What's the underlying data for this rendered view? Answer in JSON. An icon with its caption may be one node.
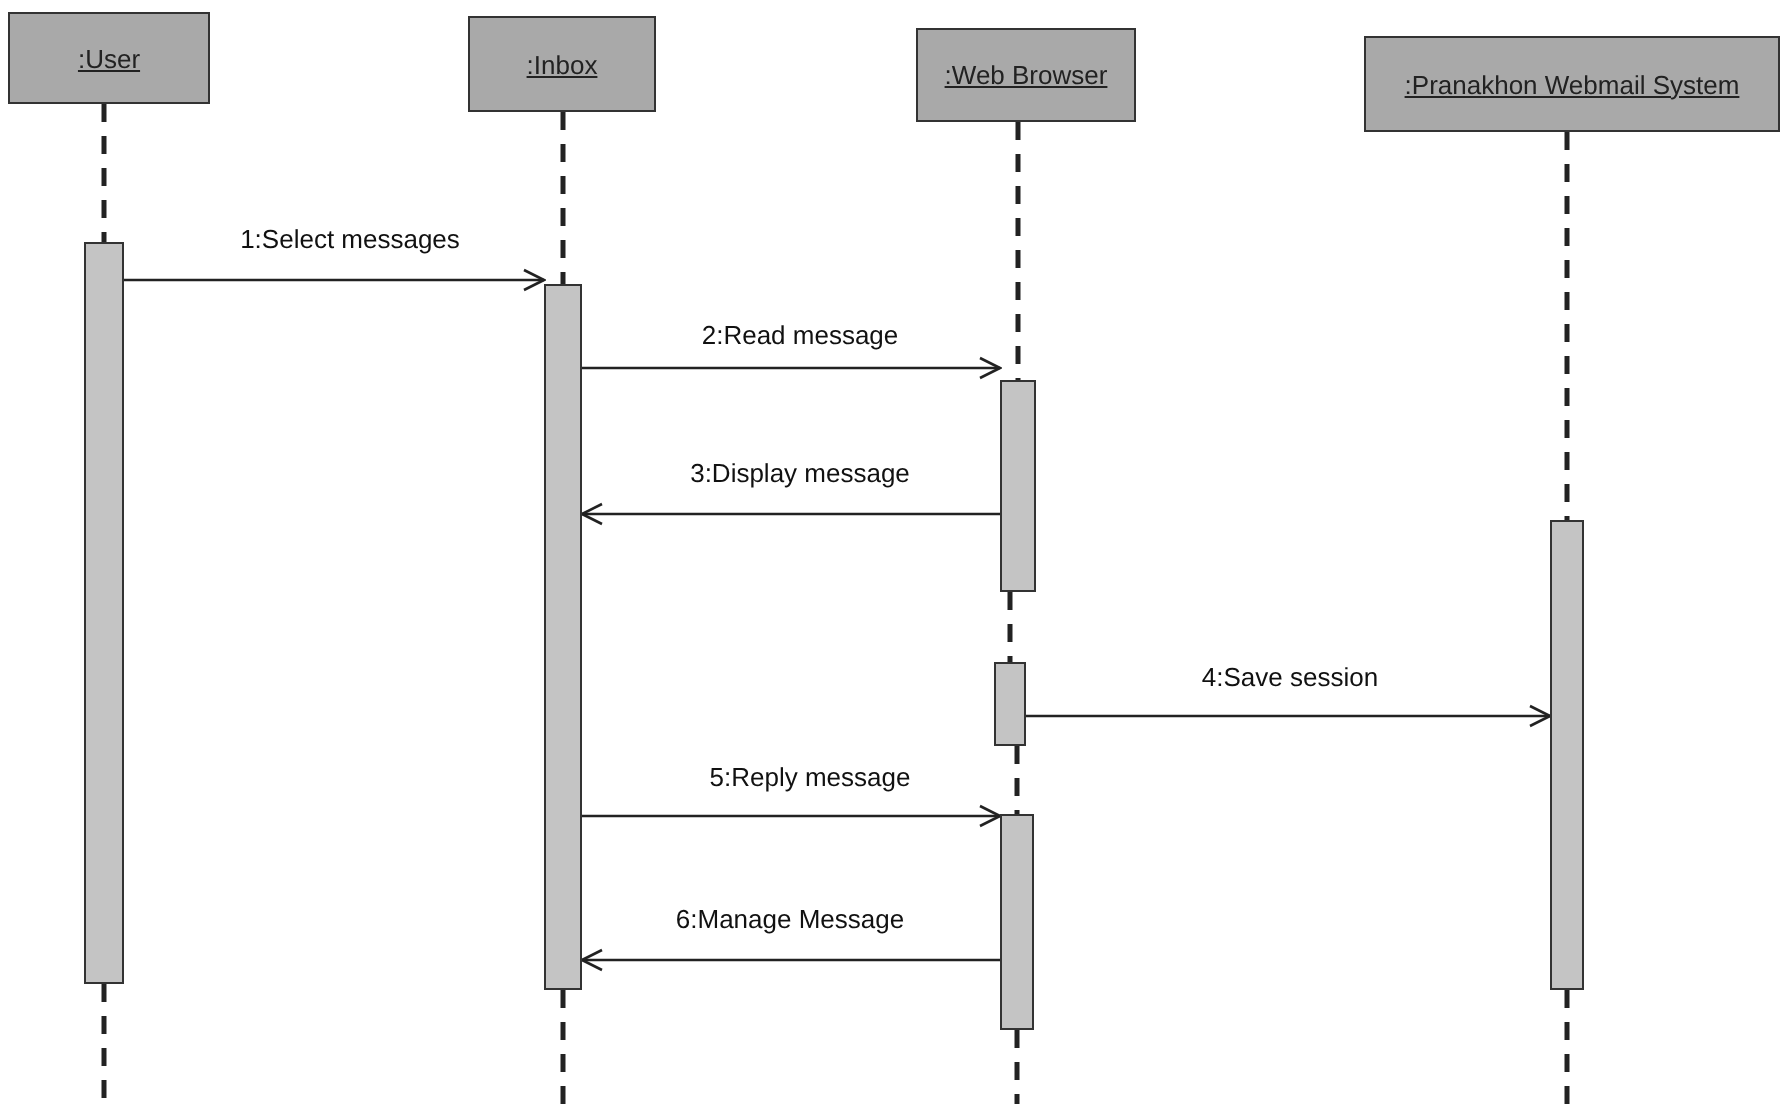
{
  "diagram": {
    "nodes": [
      {
        "text": [
          ":User"
        ]
      },
      {
        "text": [
          ":Inbox"
        ]
      },
      {
        "text": [
          ":Web Browser"
        ]
      },
      {
        "text": [
          ":Pranakhon Webmail System"
        ]
      },
      {
        "text": [],
        "shape": "bar"
      },
      {
        "text": [],
        "shape": "bar"
      },
      {
        "text": [],
        "shape": "bar"
      },
      {
        "text": [],
        "shape": "bar"
      },
      {
        "text": [],
        "shape": "bar"
      },
      {
        "text": [],
        "shape": "bar"
      }
    ],
    "edges": [
      {
        "from": 0,
        "to": 4,
        "arrow": "none",
        "style": "dashed"
      },
      {
        "from": 1,
        "to": 5,
        "arrow": "none",
        "style": "dashed"
      },
      {
        "from": 2,
        "to": 6,
        "arrow": "none",
        "style": "dashed"
      },
      {
        "from": 6,
        "to": 7,
        "arrow": "none",
        "style": "dashed"
      },
      {
        "from": 7,
        "to": 8,
        "arrow": "none",
        "style": "dashed"
      },
      {
        "from": 3,
        "to": 9,
        "arrow": "none",
        "style": "dashed"
      },
      {
        "from": 4,
        "to": null,
        "arrow": "none",
        "style": "dashed"
      },
      {
        "from": 5,
        "to": null,
        "arrow": "none",
        "style": "dashed"
      },
      {
        "from": 8,
        "to": null,
        "arrow": "none",
        "style": "dashed"
      },
      {
        "from": 9,
        "to": null,
        "arrow": "none",
        "style": "dashed"
      },
      {
        "from": 4,
        "to": 5,
        "arrow": "to",
        "label": "1:Select messages"
      },
      {
        "from": 5,
        "to": 6,
        "arrow": "to",
        "label": "2:Read message"
      },
      {
        "from": 6,
        "to": 5,
        "arrow": "to",
        "label": "3:Display message"
      },
      {
        "from": 7,
        "to": 9,
        "arrow": "to",
        "label": "4:Save session"
      },
      {
        "from": 5,
        "to": 8,
        "arrow": "to",
        "label": "5:Reply message"
      },
      {
        "from": 8,
        "to": 5,
        "arrow": "to",
        "label": "6:Manage Message"
      }
    ]
  }
}
